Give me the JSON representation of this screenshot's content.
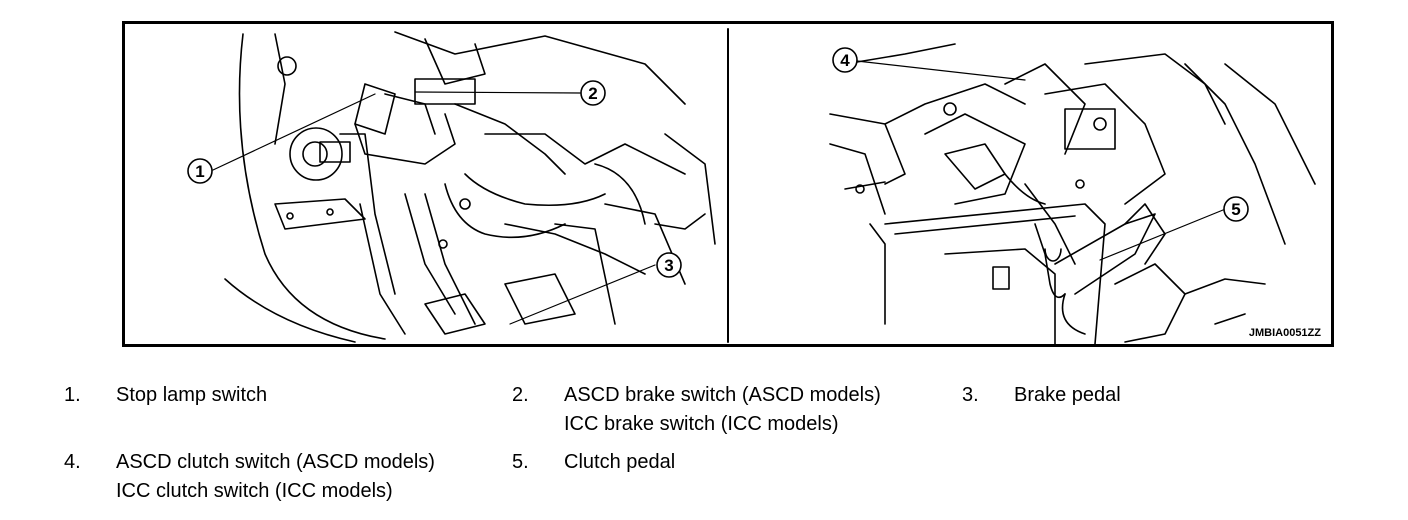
{
  "figure": {
    "id": "JMBIA0051ZZ",
    "callouts": [
      "1",
      "2",
      "3",
      "4",
      "5"
    ]
  },
  "legend": [
    {
      "num": "1.",
      "lines": [
        "Stop lamp switch"
      ]
    },
    {
      "num": "2.",
      "lines": [
        "ASCD brake switch (ASCD models)",
        "ICC brake switch (ICC models)"
      ]
    },
    {
      "num": "3.",
      "lines": [
        "Brake pedal"
      ]
    },
    {
      "num": "4.",
      "lines": [
        "ASCD clutch switch (ASCD models)",
        "ICC clutch switch (ICC models)"
      ]
    },
    {
      "num": "5.",
      "lines": [
        "Clutch pedal"
      ]
    }
  ]
}
